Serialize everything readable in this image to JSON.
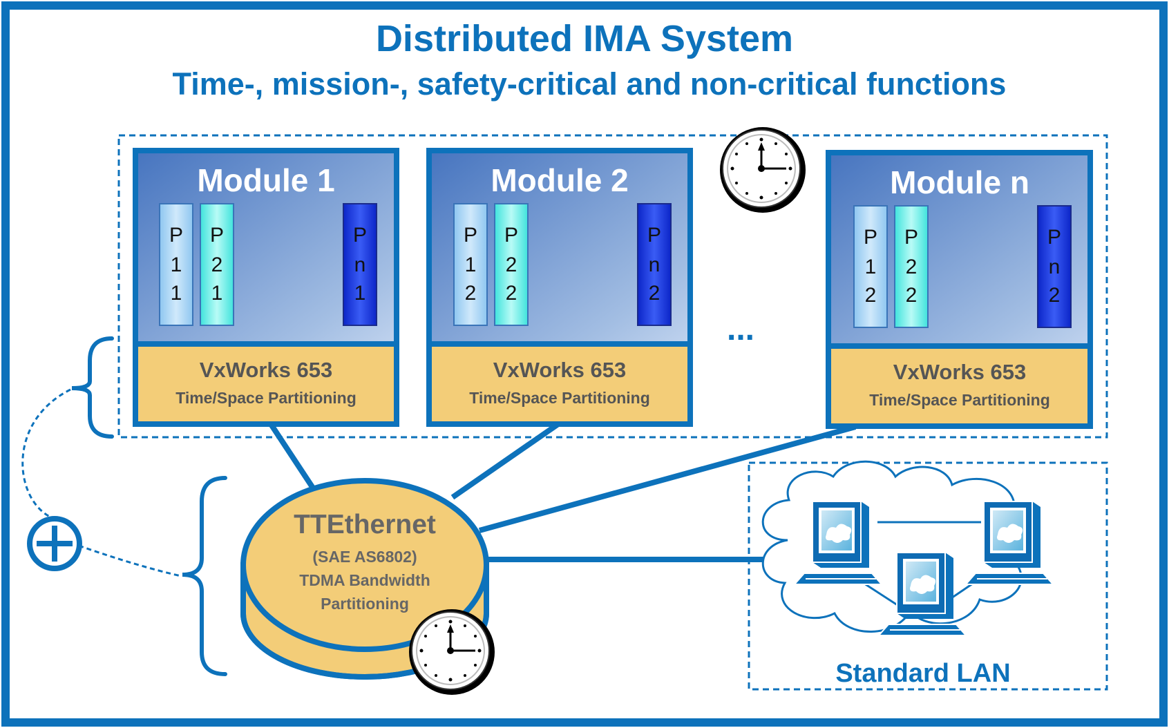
{
  "header": {
    "title": "Distributed IMA System",
    "subtitle": "Time-, mission-, safety-critical and non-critical functions"
  },
  "modules": [
    {
      "title": "Module 1",
      "partitions": [
        [
          "P",
          "1",
          "1"
        ],
        [
          "P",
          "2",
          "1"
        ],
        [
          "P",
          "n",
          "1"
        ]
      ],
      "os_name": "VxWorks 653",
      "os_desc": "Time/Space Partitioning"
    },
    {
      "title": "Module 2",
      "partitions": [
        [
          "P",
          "1",
          "2"
        ],
        [
          "P",
          "2",
          "2"
        ],
        [
          "P",
          "n",
          "2"
        ]
      ],
      "os_name": "VxWorks 653",
      "os_desc": "Time/Space Partitioning"
    },
    {
      "title": "Module n",
      "partitions": [
        [
          "P",
          "1",
          "2"
        ],
        [
          "P",
          "2",
          "2"
        ],
        [
          "P",
          "n",
          "2"
        ]
      ],
      "os_name": "VxWorks 653",
      "os_desc": "Time/Space Partitioning"
    }
  ],
  "ellipsis": "...",
  "network": {
    "title": "TTEthernet",
    "line1": "(SAE AS6802)",
    "line2": "TDMA Bandwidth",
    "line3": "Partitioning"
  },
  "lan": {
    "label": "Standard LAN"
  },
  "icons": {
    "clock": "clock-icon",
    "plus": "plus-circle-icon",
    "computer": "computer-icon",
    "cloud": "cloud-icon"
  },
  "colors": {
    "accent": "#0d72bb",
    "module_bg": "#5a86c8",
    "os_bg": "#f3cd78",
    "partition_light": "#a9d4f5",
    "partition_cyan": "#63ebe5",
    "partition_dark": "#1a3be6"
  }
}
